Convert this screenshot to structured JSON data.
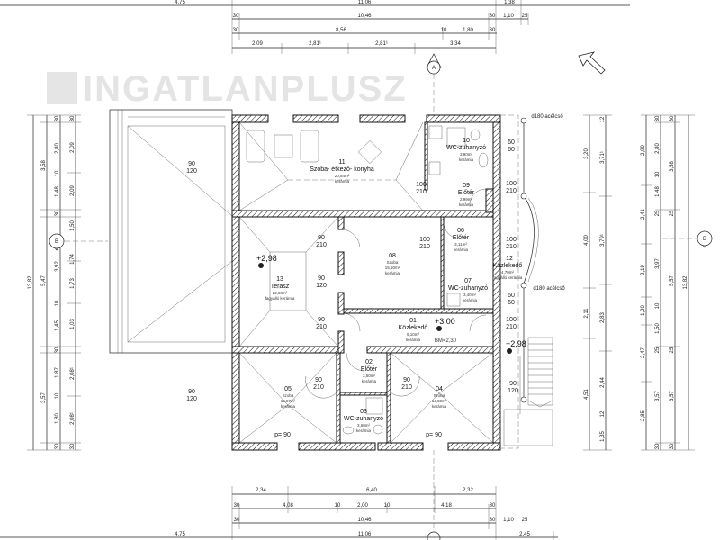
{
  "watermark": "INGATLANPLUSZ",
  "axes": {
    "a": "A",
    "b": "B"
  },
  "rooms": [
    {
      "no": "11",
      "name": "Szoba- étkező- konyha",
      "area": "20,84m²",
      "floor": "kerámia"
    },
    {
      "no": "10",
      "name": "WC-zuhanyzó",
      "area": "3,90m²",
      "floor": "kerámia"
    },
    {
      "no": "09",
      "name": "Előtér",
      "area": "2,99m²",
      "floor": "kerámia"
    },
    {
      "no": "08",
      "name": "Szoba",
      "area": "15,50m²",
      "floor": "kerámia"
    },
    {
      "no": "06",
      "name": "Előtér",
      "area": "3,11m²",
      "floor": "kerámia"
    },
    {
      "no": "12",
      "name": "Közlekedő",
      "area": "4,70m²",
      "floor": "fagyálló kerámia"
    },
    {
      "no": "07",
      "name": "WC-zuhanyzó",
      "area": "3,40m²",
      "floor": "kerámia"
    },
    {
      "no": "13",
      "name": "Terasz",
      "area": "22,98m²",
      "floor": "fagyálló kerámia"
    },
    {
      "no": "01",
      "name": "Közlekedő",
      "area": "9,10m²",
      "floor": "kerámia"
    },
    {
      "no": "02",
      "name": "Előtér",
      "area": "3,50m²",
      "floor": "kerámia"
    },
    {
      "no": "03",
      "name": "WC-zuhanyzó",
      "area": "3,60m²",
      "floor": "kerámia"
    },
    {
      "no": "05",
      "name": "Szoba",
      "area": "14,57m²",
      "floor": "kerámia"
    },
    {
      "no": "04",
      "name": "Szoba",
      "area": "14,80m²",
      "floor": "kerámia"
    }
  ],
  "levels": {
    "terrace": "+2,98",
    "corridor": "+3,00",
    "bm": "BM=2,30",
    "stairs": "+2,98"
  },
  "doors": {
    "d90": "90",
    "d100": "100",
    "d60": "60",
    "h120": "120",
    "h210": "210",
    "h60": "60",
    "parapet": "p= 90"
  },
  "pipe_label": "d180 acélcső",
  "dims_top": {
    "r0": [
      "4,75",
      "11,06",
      "1,38"
    ],
    "r1": [
      "30",
      "10,46",
      "30",
      "1,10",
      "25"
    ],
    "r2": [
      "30",
      "8,56",
      "10",
      "1,80",
      "30"
    ],
    "r3": [
      "2,09",
      "2,81¹",
      "2,81¹",
      "3,34"
    ]
  },
  "dims_bottom": {
    "r0": [
      "2,34",
      "6,40",
      "2,32"
    ],
    "r1": [
      "30",
      "4,08",
      "10",
      "2,00",
      "10",
      "4,18",
      "30"
    ],
    "r2": [
      "30",
      "10,46",
      "30",
      "1,10",
      "25"
    ],
    "r3": [
      "4,75",
      "11,06",
      "2,45"
    ]
  },
  "dims_left": {
    "c0": [
      "13,82"
    ],
    "c1": [
      "3,58",
      "5,47",
      "3,57"
    ],
    "c2": [
      "30",
      "2,80",
      "10",
      "1,48",
      "30",
      "3,92",
      "10",
      "1,45",
      "30",
      "1,87",
      "10",
      "1,80",
      "30"
    ],
    "c3": [
      "30",
      "2,09",
      "2,09",
      "1,50",
      "1,74",
      "1,73",
      "1,03",
      "2,08¹",
      "2,08¹",
      "30"
    ]
  },
  "dims_right": {
    "c0": [
      "3,20",
      "4,00",
      "2,11",
      "4,51"
    ],
    "c1": [
      "12",
      "3,71¹",
      "3,79¹",
      "2,83",
      "2,44",
      "12",
      "1,35"
    ],
    "c2": [
      "2,90",
      "2,41",
      "2,19",
      "1,20",
      "2,47",
      "2,85"
    ],
    "c3": [
      "30",
      "2,80",
      "10",
      "1,48",
      "25",
      "3,97",
      "10",
      "1,50",
      "25",
      "3,57",
      "30"
    ],
    "c4": [
      "30",
      "3,58",
      "25",
      "5,57",
      "25",
      "3,57",
      "30"
    ],
    "c5": [
      "13,82"
    ]
  }
}
